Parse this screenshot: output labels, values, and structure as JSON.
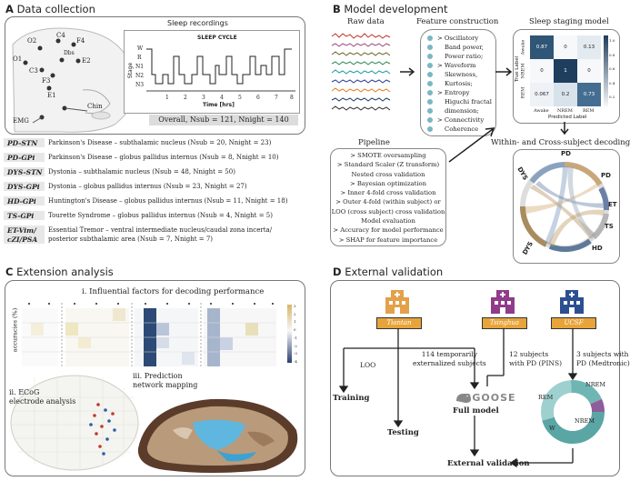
{
  "panelA": {
    "letter": "A",
    "title": "Data collection",
    "sleep_recordings": "Sleep recordings",
    "sleep_cycle": "SLEEP CYCLE",
    "stage_axis": "Stage",
    "stages": [
      "W",
      "R",
      "N1",
      "N2",
      "N3"
    ],
    "time_axis": "Time [hrs]",
    "time_ticks": [
      "1",
      "2",
      "3",
      "4",
      "5",
      "6",
      "7",
      "8"
    ],
    "electrodes": [
      "O2",
      "C4",
      "F4",
      "O1",
      "C3",
      "F3",
      "E2",
      "E1",
      "Chin",
      "EMG",
      "Dbs"
    ],
    "overall": "Overall, Nsub = 121, Nnight = 140",
    "rows": [
      {
        "key": "PD-STN",
        "value": "Parkinson's Disease – subthalamic nucleus (Nsub = 20, Nnight = 23)"
      },
      {
        "key": "PD-GPi",
        "value": "Parkinson's Disease – globus pallidus internus (Nsub = 8, Nnight = 10)"
      },
      {
        "key": "DYS-STN",
        "value": "Dystonia – subthalamic nucleus (Nsub = 48, Nnight = 50)"
      },
      {
        "key": "DYS-GPi",
        "value": "Dystonia – globus pallidus internus (Nsub = 23, Nnight = 27)"
      },
      {
        "key": "HD-GPi",
        "value": "Huntington's Disease – globus pallidus internus (Nsub = 11, Nnight = 18)"
      },
      {
        "key": "TS-GPi",
        "value": "Tourette Syndrome – globus pallidus internus (Nsub = 4, Nnight = 5)"
      }
    ],
    "et_key": [
      "ET-Vim/",
      "cZI/PSA"
    ],
    "et_value": [
      "Essential Tremor – ventral intermediate nucleus/caudal zona incerta/",
      "posterior subthalamic area (Nsub = 7, Nnight = 7)"
    ]
  },
  "panelB": {
    "letter": "B",
    "title": "Model development",
    "raw_data": "Raw data",
    "feature_construction": "Feature construction",
    "features": [
      "> Oscillatory",
      "Band power,",
      "Power ratio;",
      "> Waveform",
      "Skewness,",
      "Kurtosis;",
      "> Entropy",
      "Higuchi fractal",
      "dimension;",
      "> Connectivity",
      "Coherence"
    ],
    "sleep_staging_model": "Sleep staging model",
    "true_label": "True Label",
    "predicted_label": "Predicted Label",
    "cm_classes": [
      "Awake",
      "NREM",
      "REM"
    ],
    "cm_values": [
      [
        "0.87",
        "0",
        "0.13"
      ],
      [
        "0",
        "1",
        "0"
      ],
      [
        "0.067",
        "0.2",
        "0.73"
      ]
    ],
    "cm_colorbar": [
      "1.0",
      "0.8",
      "0.6",
      "0.4",
      "0.2",
      "0.0"
    ],
    "pipeline": "Pipeline",
    "pipeline_lines": [
      "> SMOTE oversampling",
      "> Standard Scaler (Z transform)",
      "Nested cross validation",
      "> Bayesian optimization",
      "> Inner 4-fold cross validation",
      "> Outer 4-fold (within subject) or",
      "LOO (cross subject) cross validation",
      "Model evaluation",
      "> Accuracy for model performance",
      "> SHAP for feature importance"
    ],
    "decoding_title": "Within- and Cross-subject decoding",
    "chord_labels": [
      "PD",
      "ET",
      "TS",
      "HD",
      "DYS",
      "DYS",
      "PD"
    ]
  },
  "panelC": {
    "letter": "C",
    "title": "Extension analysis",
    "heatmap_title": "i. Influential factors for decoding performance",
    "y_axis": "accuracies (%)",
    "colorbar": [
      "3",
      "2",
      "1",
      "0",
      "-1",
      "-2",
      "-3",
      "-4"
    ],
    "ecog": [
      "ii. ECoG",
      "electrode analysis"
    ],
    "network": [
      "iii. Prediction",
      "network mapping"
    ]
  },
  "panelD": {
    "letter": "D",
    "title": "External validation",
    "sites": [
      "Tiantan",
      "Tsinghua",
      "UCSF"
    ],
    "loo": "LOO",
    "subjects_1": [
      "114 temporarily",
      "externalized subjects"
    ],
    "subjects_2": [
      "12 subjects",
      "with PD (PINS)"
    ],
    "subjects_3": [
      "3 subjects with",
      "PD (Medtronic)"
    ],
    "training": "Training",
    "testing": "Testing",
    "logo": "BGOOSE",
    "full_model": "Full model",
    "external_validation": "External validation",
    "donut_labels": [
      "NREM",
      "REM",
      "NREM",
      "W"
    ],
    "colors": {
      "site1": "#e2a14a",
      "site2": "#8f3c8a",
      "site3": "#2c4f92",
      "label_bg": "#e7a43b"
    }
  }
}
